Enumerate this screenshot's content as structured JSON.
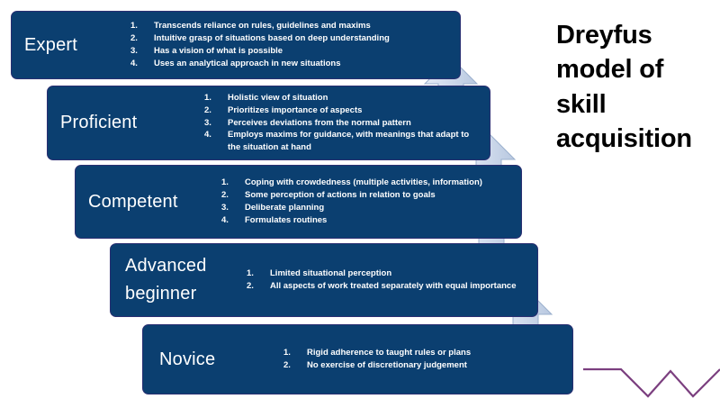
{
  "title": {
    "text": "Dreyfus model of skill acquisition",
    "color": "#000000"
  },
  "colors": {
    "box_fill": "#0b3f70",
    "box_border": "#2a2f72",
    "box_text": "#ffffff",
    "arrow_fill_light": "#dde5f2",
    "arrow_fill": "#c3d1e6",
    "arrow_border": "#9bb0ce",
    "zigzag": "#7b3f7f",
    "background": "#ffffff"
  },
  "tiers": [
    {
      "label": "Expert",
      "points": [
        {
          "num": "1.",
          "text": "Transcends reliance on rules, guidelines and maxims"
        },
        {
          "num": "2.",
          "text": "Intuitive grasp of situations based on deep understanding"
        },
        {
          "num": "3.",
          "text": "Has a vision of what is possible"
        },
        {
          "num": "4.",
          "text": "Uses an analytical approach in new situations"
        }
      ]
    },
    {
      "label": "Proficient",
      "points": [
        {
          "num": "1.",
          "text": "Holistic view of situation"
        },
        {
          "num": "2.",
          "text": "Prioritizes importance of aspects"
        },
        {
          "num": "3.",
          "text": "Perceives deviations from the normal pattern"
        },
        {
          "num": "4.",
          "text": "Employs maxims for guidance, with meanings that adapt to the situation at hand"
        }
      ]
    },
    {
      "label": "Competent",
      "points": [
        {
          "num": "1.",
          "text": "Coping with crowdedness (multiple activities, information)"
        },
        {
          "num": "2.",
          "text": "Some perception of actions in relation to goals"
        },
        {
          "num": "3.",
          "text": "Deliberate planning"
        },
        {
          "num": "4.",
          "text": "Formulates routines"
        }
      ]
    },
    {
      "label": "Advanced\nbeginner",
      "points": [
        {
          "num": "1.",
          "text": "Limited situational perception"
        },
        {
          "num": "2.",
          "text": "All aspects of work treated separately with equal importance"
        }
      ]
    },
    {
      "label": "Novice",
      "points": [
        {
          "num": "1.",
          "text": "Rigid adherence to taught rules or plans"
        },
        {
          "num": "2.",
          "text": "No exercise of discretionary judgement"
        }
      ]
    }
  ],
  "arrows": [
    {
      "name": "arrow-novice-to-advanced",
      "from": "Novice",
      "to": "Advanced beginner",
      "direction": "up"
    },
    {
      "name": "arrow-advanced-to-competent",
      "from": "Advanced beginner",
      "to": "Competent",
      "direction": "up"
    },
    {
      "name": "arrow-competent-to-proficient",
      "from": "Competent",
      "to": "Proficient",
      "direction": "up"
    },
    {
      "name": "arrow-proficient-to-expert",
      "from": "Proficient",
      "to": "Expert",
      "direction": "up"
    }
  ]
}
